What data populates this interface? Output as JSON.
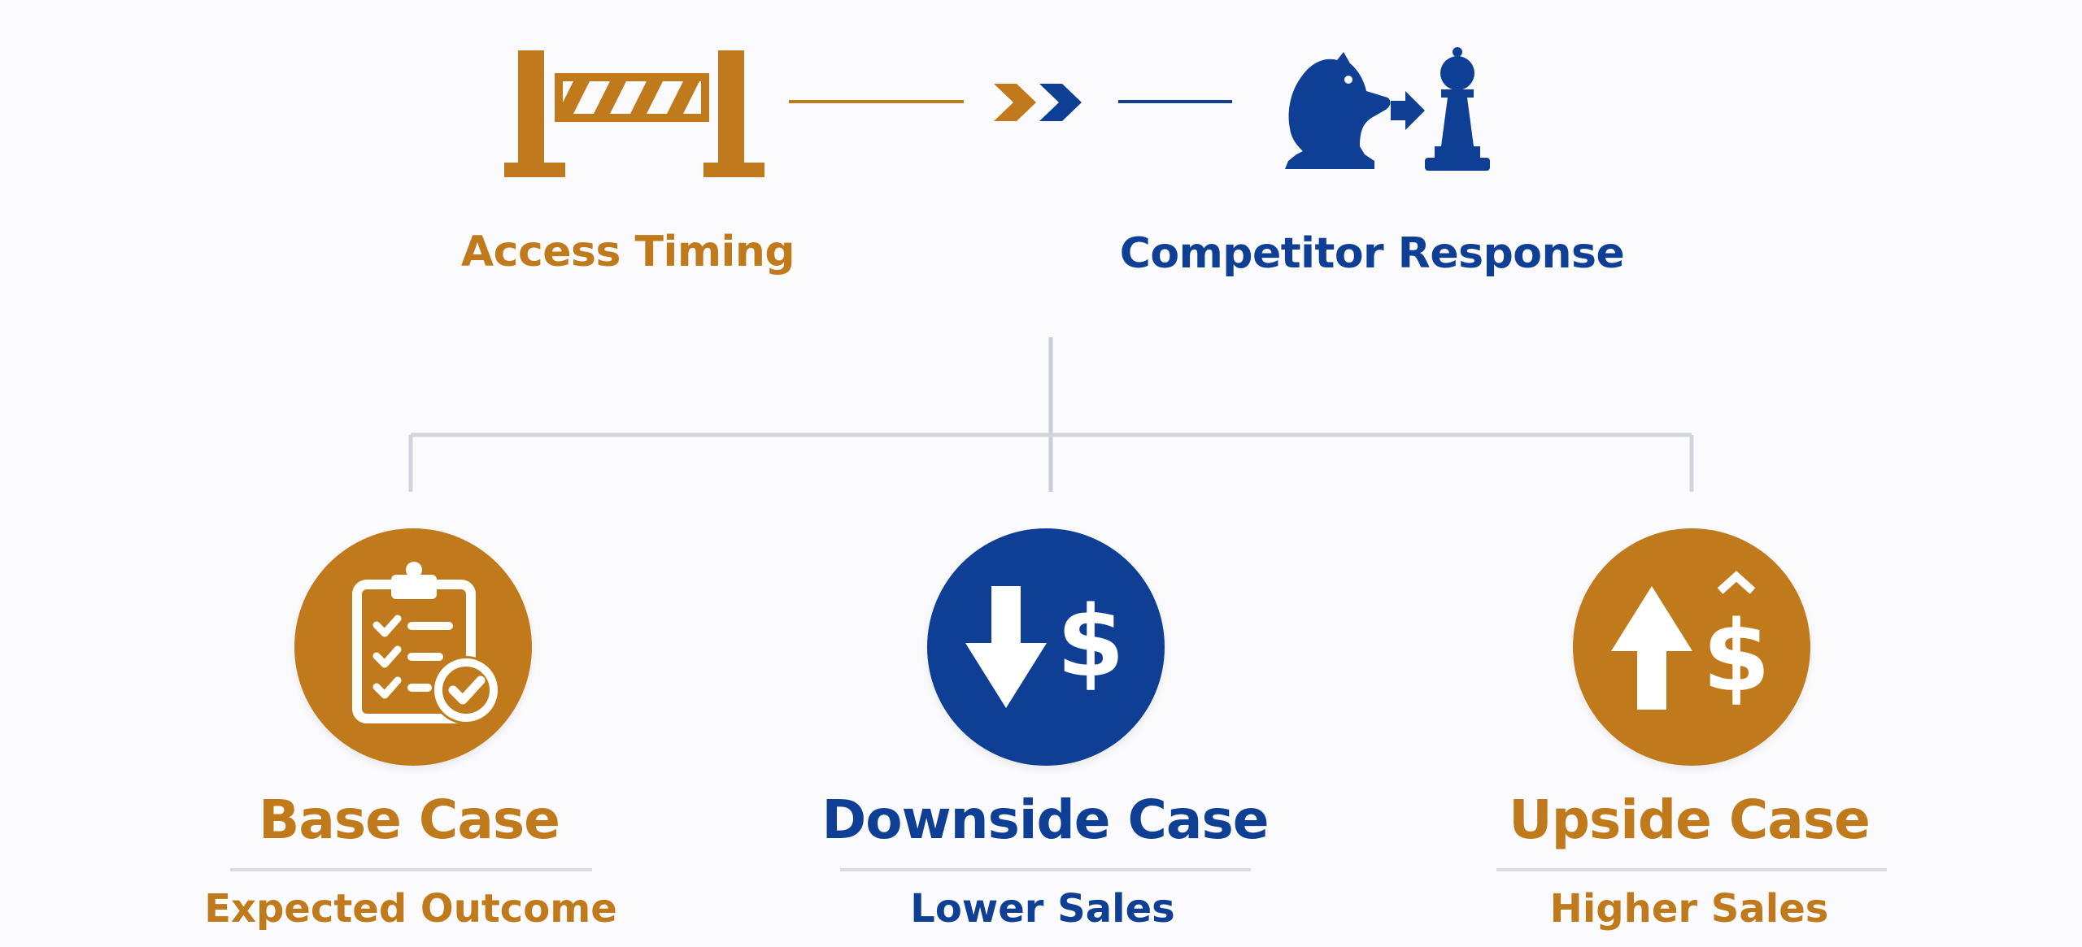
{
  "colors": {
    "gold": "#c07a1c",
    "blue": "#0f3f95"
  },
  "top": {
    "left": {
      "label": "Access Timing",
      "icon": "road-barrier-icon"
    },
    "arrow_icon": "double-chevron-right-icon",
    "right": {
      "label": "Competitor Response",
      "icon": "chess-knight-pawn-icon"
    }
  },
  "cases": [
    {
      "title": "Base Case",
      "subtitle": "Expected Outcome",
      "icon": "clipboard-checklist-icon",
      "color": "#c07a1c"
    },
    {
      "title": "Downside Case",
      "subtitle": "Lower Sales",
      "icon": "down-arrow-dollar-icon",
      "color": "#0f3f95"
    },
    {
      "title": "Upside Case",
      "subtitle": "Higher Sales",
      "icon": "up-arrow-dollar-icon",
      "color": "#c07a1c"
    }
  ]
}
